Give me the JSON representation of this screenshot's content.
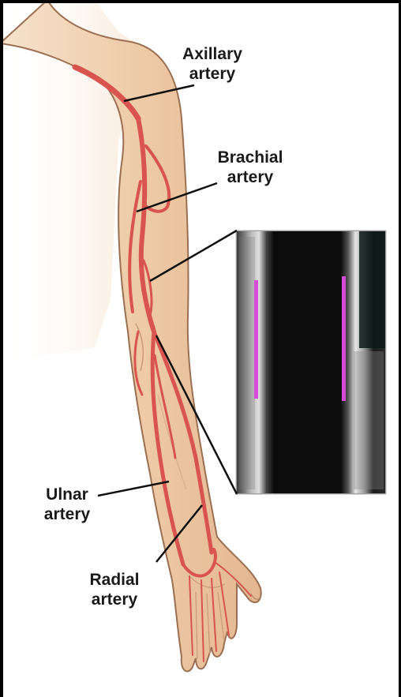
{
  "labels": {
    "axillary": [
      "Axillary",
      "artery"
    ],
    "brachial": [
      "Brachial",
      "artery"
    ],
    "ulnar": [
      "Ulnar",
      "artery"
    ],
    "radial": [
      "Radial",
      "artery"
    ]
  },
  "colors": {
    "skin": "#f1d3b3",
    "skin_outline": "#9b6f52",
    "artery": "#d9534f",
    "artery_dark": "#b83a36",
    "leader_line": "#111111",
    "ultrasound_background": "#0a0a0a",
    "ultrasound_wall": "#d8d8d8",
    "ultrasound_highlight": "#d84ad8"
  }
}
